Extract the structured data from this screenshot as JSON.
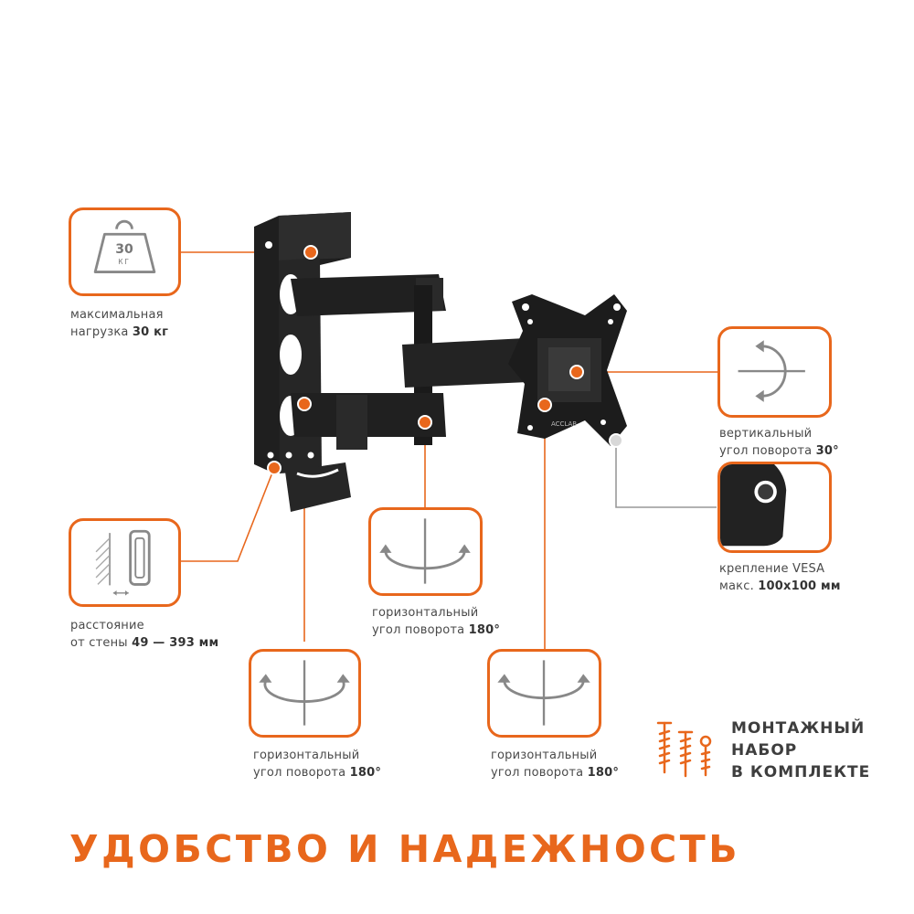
{
  "title": "УДОБСТВО И НАДЕЖНОСТЬ",
  "colors": {
    "accent": "#e8671c",
    "text": "#4a4a4a",
    "mount": "#1c1c1c"
  },
  "features": {
    "load": {
      "icon": "weight-icon",
      "icon_value": "30",
      "icon_unit": "КГ",
      "line1": "максимальная",
      "line2_prefix": "нагрузка ",
      "line2_bold": "30 кг"
    },
    "distance": {
      "icon": "wall-distance-icon",
      "line1": "расстояние",
      "line2_prefix": "от стены ",
      "line2_bold": "49 — 393 мм"
    },
    "vertical": {
      "icon": "vertical-rotation-icon",
      "line1": "вертикальный",
      "line2_prefix": "угол поворота ",
      "line2_bold": "30°"
    },
    "vesa": {
      "icon": "vesa-plate-icon",
      "line1": "крепление VESA",
      "line2_prefix": "макс. ",
      "line2_bold": "100x100 мм"
    },
    "horizontal_center": {
      "icon": "horizontal-rotation-icon",
      "line1": "горизонтальный",
      "line2_prefix": "угол поворота ",
      "line2_bold": "180°"
    },
    "horizontal_left": {
      "icon": "horizontal-rotation-icon",
      "line1": "горизонтальный",
      "line2_prefix": "угол поворота ",
      "line2_bold": "180°"
    },
    "horizontal_right": {
      "icon": "horizontal-rotation-icon",
      "line1": "горизонтальный",
      "line2_prefix": "угол поворота ",
      "line2_bold": "180°"
    }
  },
  "kit": {
    "icon": "screws-icon",
    "line1": "МОНТАЖНЫЙ",
    "line2": "НАБОР",
    "line3": "В КОМПЛЕКТЕ"
  },
  "brand": "ACCLAB"
}
